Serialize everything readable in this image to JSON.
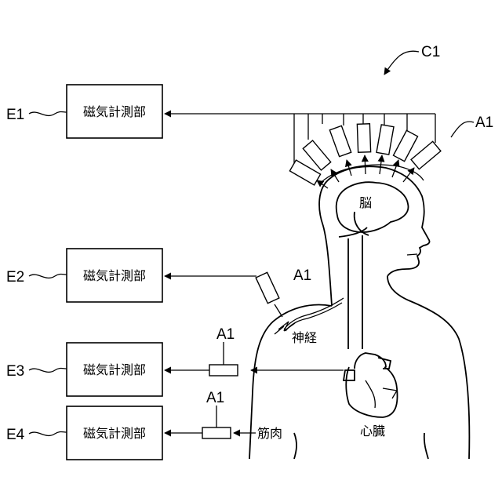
{
  "diagram": {
    "id_label": "C1",
    "sensor_label": "A1",
    "units": [
      {
        "id": "E1",
        "label": "磁気計測部"
      },
      {
        "id": "E2",
        "label": "磁気計測部"
      },
      {
        "id": "E3",
        "label": "磁気計測部"
      },
      {
        "id": "E4",
        "label": "磁気計測部"
      }
    ],
    "organs": {
      "brain": "脳",
      "nerve": "神経",
      "heart": "心臓",
      "muscle": "筋肉"
    }
  }
}
